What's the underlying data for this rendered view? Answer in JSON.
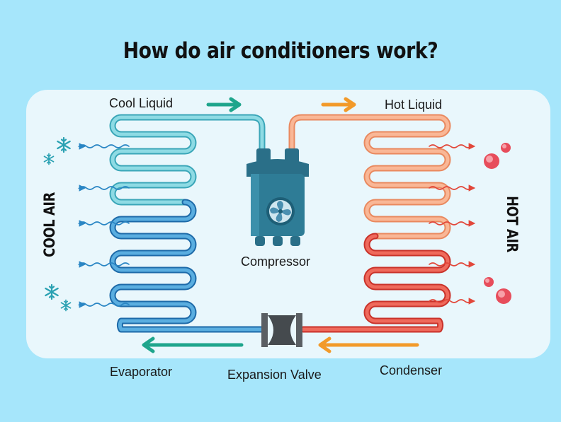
{
  "title": "How do air conditioners work?",
  "labels": {
    "cool_liquid": "Cool Liquid",
    "hot_liquid": "Hot Liquid",
    "compressor": "Compressor",
    "evaporator": "Evaporator",
    "expansion_valve": "Expansion Valve",
    "condenser": "Condenser",
    "cool_air": "COOL AIR",
    "hot_air": "HOT AIR"
  },
  "colors": {
    "background": "#a6e6fb",
    "panel": "#e9f7fc",
    "cool_pipe": "#62c8d6",
    "cold_pipe": "#2a86c4",
    "warm_pipe": "#f6a27c",
    "hot_pipe": "#e2473a",
    "teal_arrow": "#1ea58c",
    "orange_arrow": "#f29a2a",
    "compressor": "#2e7c96"
  },
  "icons": [
    "snowflake-icon",
    "heat-dot-icon",
    "wavy-arrow-icon",
    "compressor-fan-icon",
    "valve-icon"
  ]
}
